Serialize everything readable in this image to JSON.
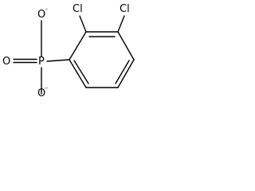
{
  "molecule": {
    "atoms": {
      "cl_top_left": "Cl",
      "cl_top_right": "Cl",
      "oxygen_top": "O",
      "oxygen_top_charge": "-",
      "oxygen_left": "O",
      "phosphorus": "P",
      "oxygen_bottom": "O",
      "oxygen_bottom_charge": "-"
    }
  }
}
